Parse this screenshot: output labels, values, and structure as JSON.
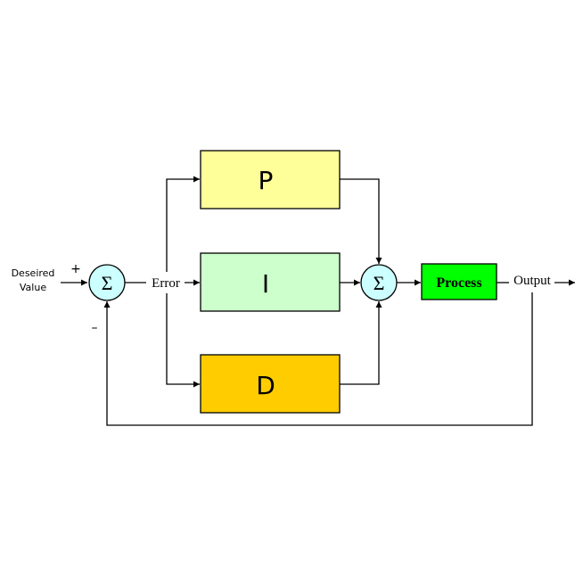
{
  "input": {
    "line1": "Deseired",
    "line2": "Value"
  },
  "summer1": {
    "symbol": "Σ",
    "plus": "+",
    "minus": "–"
  },
  "error_label": "Error",
  "blocks": {
    "p": {
      "label": "P",
      "color": "#ffff99"
    },
    "i": {
      "label": "I",
      "color": "#ccffcc"
    },
    "d": {
      "label": "D",
      "color": "#ffcc00"
    }
  },
  "summer2": {
    "symbol": "Σ"
  },
  "process": {
    "label": "Process",
    "color": "#00ff00"
  },
  "output_label": "Output",
  "colors": {
    "summer_fill": "#ccffff",
    "line": "#000000"
  }
}
